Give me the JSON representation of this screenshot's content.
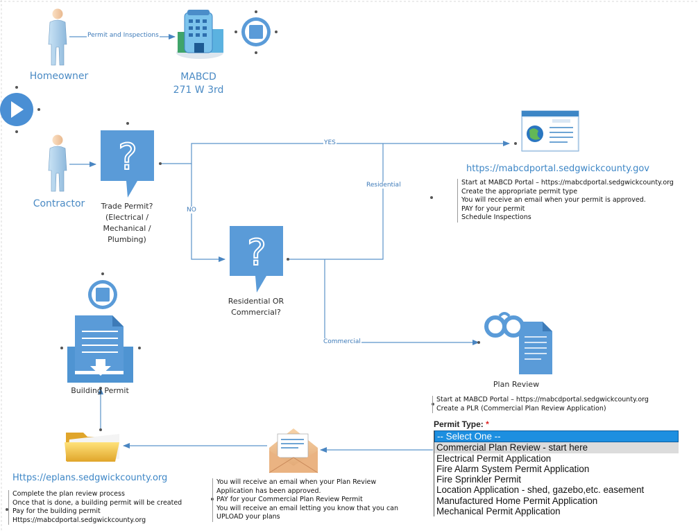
{
  "nodes": {
    "homeowner": "Homeowner",
    "mabcd_line1": "MABCD",
    "mabcd_line2": "271 W 3rd",
    "contractor": "Contractor",
    "trade_permit": [
      "Trade Permit?",
      "(Electrical /",
      "Mechanical /",
      "Plumbing)"
    ],
    "res_or_com": [
      "Residential OR",
      "Commercial?"
    ],
    "plan_review": "Plan Review",
    "building_permit": "Building Permit"
  },
  "edges": {
    "permit_and_inspections": "Permit and Inspections",
    "yes": "YES",
    "no": "NO",
    "residential": "Residential",
    "commercial": "Commercial"
  },
  "urls": {
    "portal": "https://mabcdportal.sedgwickcounty.gov",
    "eplans": "Https://eplans.sedgwickcounty.org"
  },
  "notes": {
    "portal_steps": [
      "Start at MABCD Portal – https://mabcdportal.sedgwickcounty.org",
      "Create the appropriate permit type",
      "You will receive an email when your permit is approved.",
      "PAY for your permit",
      "Schedule Inspections"
    ],
    "plan_review_steps": [
      "Start at MABCD Portal – https://mabcdportal.sedgwickcounty.org",
      "Create a PLR (Commercial Plan Review Application)"
    ],
    "email_steps": [
      "You will receive an email when your Plan Review",
      "Application has been approved.",
      "PAY for your Commercial Plan Review Permit",
      "You will receive an email letting you know that you can",
      "UPLOAD your plans"
    ],
    "eplans_steps": [
      "Complete the plan review process",
      "Once that is done, a building permit will be created",
      "Pay for the building permit",
      "Https://mabcdportal.sedgwickcounty.org"
    ]
  },
  "permit_type": {
    "label": "Permit Type:",
    "required_mark": "*",
    "options": [
      "-- Select One --",
      "Commercial Plan Review - start here",
      "Electrical Permit Application",
      "Fire Alarm System Permit Application",
      "Fire Sprinkler Permit",
      "Location Application - shed, gazebo,etc. easement",
      "Manufactured Home Permit Application",
      "Mechanical Permit Application"
    ],
    "selected_index": 0,
    "hover_index": 1
  },
  "colors": {
    "line": "#5b93c9",
    "shape": "#5a9bd8",
    "text_accent": "#4a8ac4",
    "select_highlight": "#1d8fe0"
  },
  "icons": [
    "person-icon",
    "building-icon",
    "stop-icon",
    "play-icon",
    "question-icon",
    "web-page-icon",
    "glasses-document-icon",
    "download-document-icon",
    "folder-icon",
    "envelope-icon"
  ]
}
